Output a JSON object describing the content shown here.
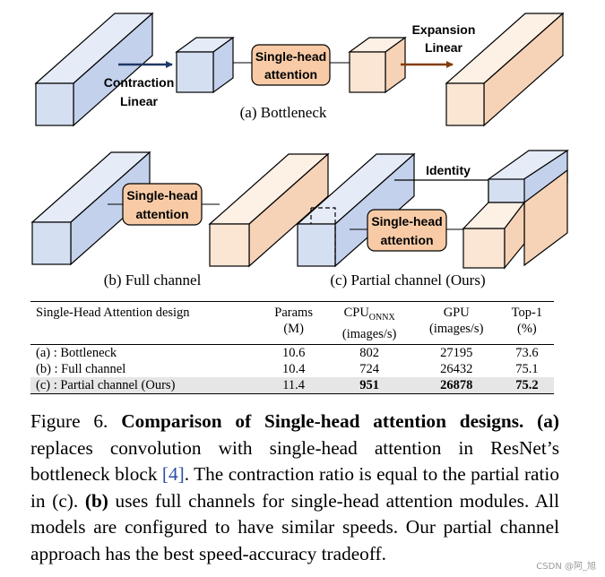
{
  "figure": {
    "labels": {
      "contraction_linear_1": "Contraction",
      "contraction_linear_2": "Linear",
      "sha_top_1": "Single-head",
      "sha_top_2": "attention",
      "expansion_1": "Expansion",
      "expansion_2": "Linear",
      "sha_mid_1": "Single-head",
      "sha_mid_2": "attention",
      "identity": "Identity",
      "sha_right_1": "Single-head",
      "sha_right_2": "attention"
    },
    "subcaptions": {
      "a": "(a) Bottleneck",
      "b": "(b) Full channel",
      "c": "(c) Partial channel (Ours)"
    },
    "colors": {
      "blue_face": "#d5dff2",
      "blue_side": "#c3d1ec",
      "peach_face": "#fbe5d3",
      "peach_side": "#f6d3b7",
      "peach_box": "#f8cba6",
      "dark_arrow_blue": "#1f3864",
      "dark_arrow_brown": "#843c0c"
    }
  },
  "table": {
    "header": {
      "design": "Single-Head Attention design",
      "params_1": "Params",
      "params_2": "(M)",
      "cpu_1": "CPU",
      "cpu_sub": "ONNX",
      "cpu_2": "(images/s)",
      "gpu_1": "GPU",
      "gpu_2": "(images/s)",
      "top1_1": "Top-1",
      "top1_2": "(%)"
    },
    "rows": [
      {
        "design": "(a) : Bottleneck",
        "params": "10.6",
        "cpu": "802",
        "gpu": "27195",
        "top1": "73.6"
      },
      {
        "design": "(b) : Full channel",
        "params": "10.4",
        "cpu": "724",
        "gpu": "26432",
        "top1": "75.1"
      },
      {
        "design": "(c) : Partial channel (Ours)",
        "params": "11.4",
        "cpu": "951",
        "gpu": "26878",
        "top1": "75.2"
      }
    ]
  },
  "caption": {
    "figure_label": "Figure 6.",
    "title": "Comparison of Single-head attention designs.",
    "a_tag": "(a)",
    "text_1": " replaces convolution with single-head attention in ResNet’s bottleneck block ",
    "ref": "[4]",
    "text_2": ". The contraction ratio is equal to the partial ratio in (c). ",
    "b_tag": "(b)",
    "text_3": " uses full channels for single-head attention modules. All models are configured to have similar speeds. Our partial channel approach has the best speed-accuracy tradeoff."
  },
  "watermark": "CSDN @阿_旭"
}
